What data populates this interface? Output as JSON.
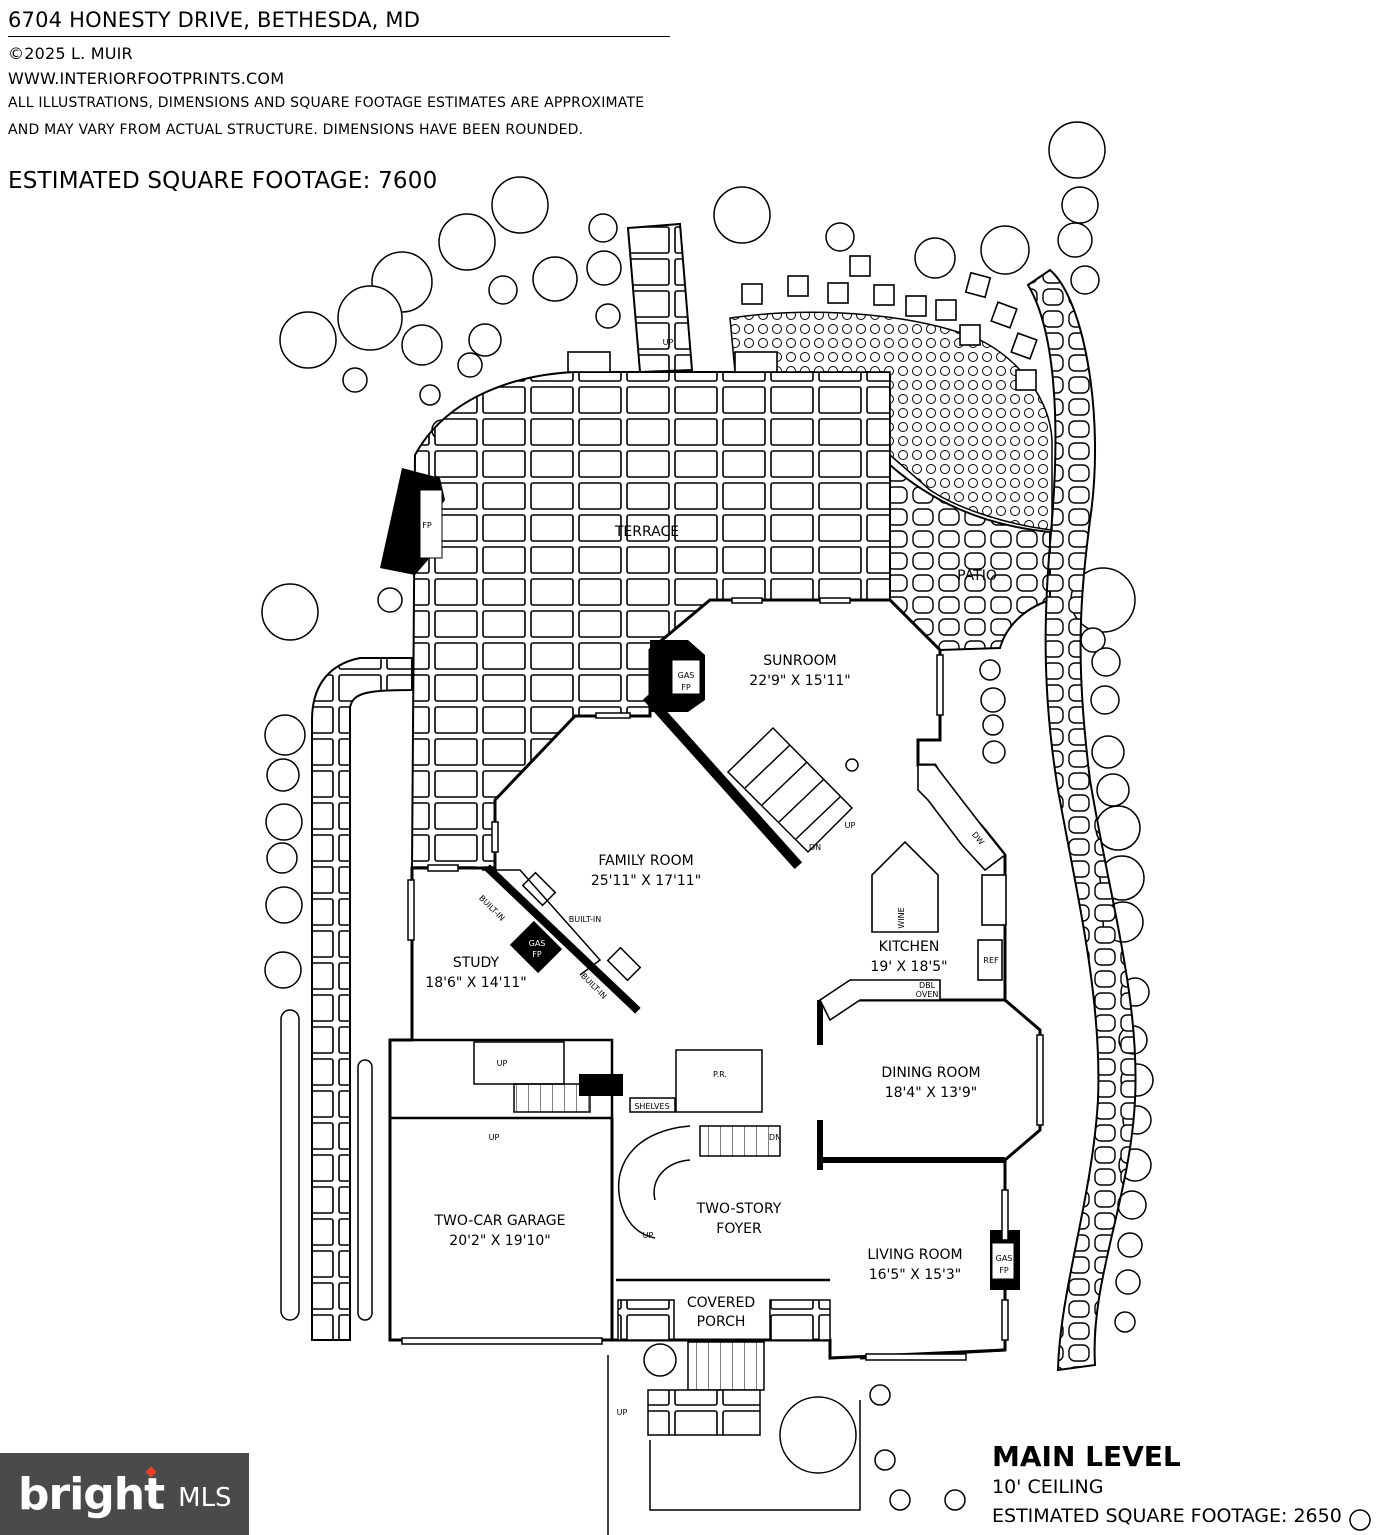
{
  "header": {
    "address": "6704 HONESTY DRIVE, BETHESDA, MD",
    "copyright": "©2025 L. MUIR",
    "website": "WWW.INTERIORFOOTPRINTS.COM",
    "disclaimer_line1": "ALL ILLUSTRATIONS, DIMENSIONS AND SQUARE FOOTAGE ESTIMATES ARE APPROXIMATE",
    "disclaimer_line2": "AND MAY VARY FROM ACTUAL STRUCTURE. DIMENSIONS HAVE BEEN ROUNDED.",
    "total_sqft": "ESTIMATED SQUARE FOOTAGE: 7600"
  },
  "rooms": {
    "terrace": "TERRACE",
    "patio": "PATIO",
    "sunroom_name": "SUNROOM",
    "sunroom_dim": "22'9\" X 15'11\"",
    "family_name": "FAMILY ROOM",
    "family_dim": "25'11\" X 17'11\"",
    "kitchen_name": "KITCHEN",
    "kitchen_dim": "19' X 18'5\"",
    "study_name": "STUDY",
    "study_dim": "18'6\" X 14'11\"",
    "dining_name": "DINING ROOM",
    "dining_dim": "18'4\" X 13'9\"",
    "garage_name": "TWO-CAR GARAGE",
    "garage_dim": "20'2\" X 19'10\"",
    "foyer_line1": "TWO-STORY",
    "foyer_line2": "FOYER",
    "living_name": "LIVING ROOM",
    "living_dim": "16'5\" X 15'3\"",
    "porch_line1": "COVERED",
    "porch_line2": "PORCH"
  },
  "annotations": {
    "fp": "FP",
    "gas": "GAS",
    "up": "UP",
    "dn": "DN",
    "built_in": "BUILT-IN",
    "wine": "WINE",
    "dw": "DW",
    "ref": "REF",
    "dbl": "DBL",
    "oven": "OVEN",
    "pr": "P.R.",
    "shelves": "SHELVES"
  },
  "level": {
    "name": "MAIN LEVEL",
    "ceiling": "10' CEILING",
    "sqft": "ESTIMATED SQUARE FOOTAGE: 2650"
  },
  "brand": {
    "name": "bright",
    "sub": "MLS",
    "accent": "#e4412b",
    "background": "#4a4a4a"
  }
}
